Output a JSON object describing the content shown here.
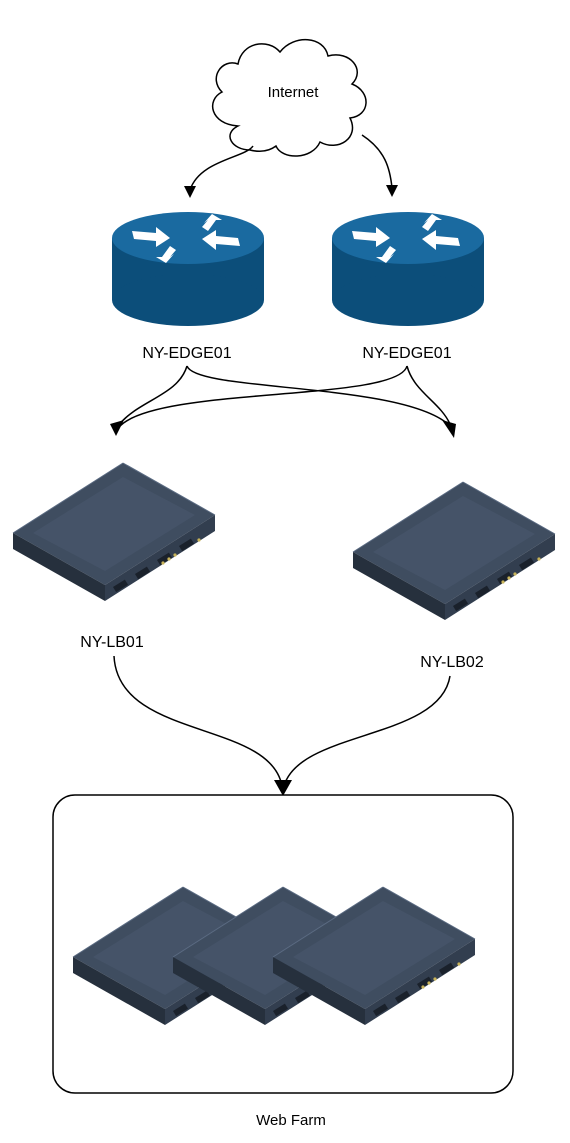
{
  "nodes": {
    "internet": {
      "label": "Internet",
      "icon": "cloud-icon"
    },
    "edge_left": {
      "label": "NY-EDGE01",
      "icon": "router-icon"
    },
    "edge_right": {
      "label": "NY-EDGE01",
      "icon": "router-icon"
    },
    "lb_left": {
      "label": "NY-LB01",
      "icon": "server-icon"
    },
    "lb_right": {
      "label": "NY-LB02",
      "icon": "server-icon"
    },
    "web_farm": {
      "label": "Web Farm",
      "icon": "server-cluster-icon",
      "server_count": 3
    }
  },
  "connections": [
    {
      "from": "internet",
      "to": "edge_left"
    },
    {
      "from": "internet",
      "to": "edge_right"
    },
    {
      "from": "edge_left",
      "to": "lb_left"
    },
    {
      "from": "edge_left",
      "to": "lb_right"
    },
    {
      "from": "edge_right",
      "to": "lb_left"
    },
    {
      "from": "edge_right",
      "to": "lb_right"
    },
    {
      "from": "lb_left",
      "to": "web_farm"
    },
    {
      "from": "lb_right",
      "to": "web_farm"
    }
  ],
  "colors": {
    "router": "#0f5a8c",
    "server_body": "#2f3a4a",
    "server_top": "#465568",
    "line": "#000000"
  }
}
